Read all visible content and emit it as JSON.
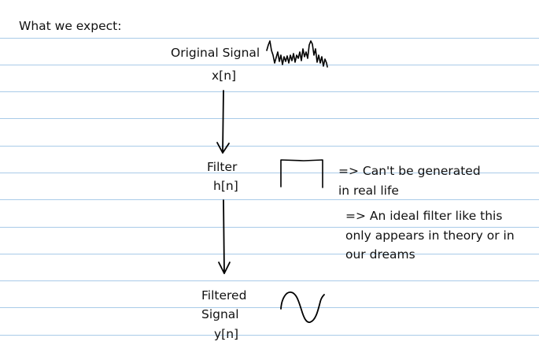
{
  "heading": "What we expect:",
  "stages": {
    "input": {
      "name": "Original Signal",
      "symbol": "x[n]",
      "sketch": "noisy-signal-scribble"
    },
    "filter": {
      "name": "Filter",
      "symbol": "h[n]",
      "sketch": "ideal-rectangular-filter"
    },
    "output": {
      "name_line1": "Filtered",
      "name_line2": "Signal",
      "symbol": "y[n]",
      "sketch": "smooth-sine-wave"
    }
  },
  "notes": {
    "note1": {
      "line1": "=> Can't be generated",
      "line2": "in real life"
    },
    "note2": {
      "line1": "=> An ideal filter like this",
      "line2": "only appears in theory or in",
      "line3": "our dreams"
    }
  },
  "colors": {
    "ruled_line": "#a9cbe8",
    "ink": "#000000",
    "text": "#111111",
    "background": "#ffffff"
  }
}
